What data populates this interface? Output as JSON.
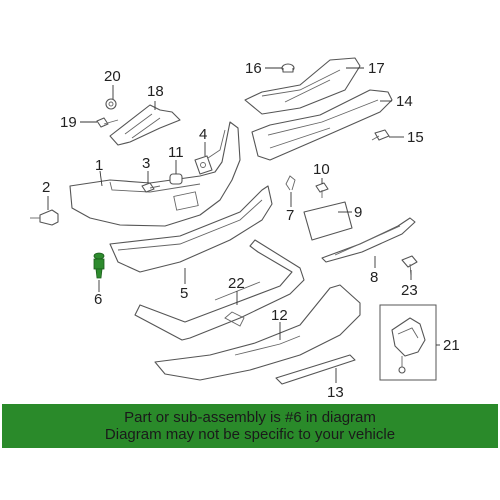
{
  "callouts": [
    "1",
    "2",
    "3",
    "4",
    "5",
    "6",
    "7",
    "8",
    "9",
    "10",
    "11",
    "12",
    "13",
    "14",
    "15",
    "16",
    "17",
    "18",
    "19",
    "20",
    "21",
    "22",
    "23"
  ],
  "highlight_color": "#2a8a2a",
  "banner": {
    "line1": "Part or sub-assembly is #6 in diagram",
    "line2": "Diagram may not be specific to your vehicle"
  }
}
